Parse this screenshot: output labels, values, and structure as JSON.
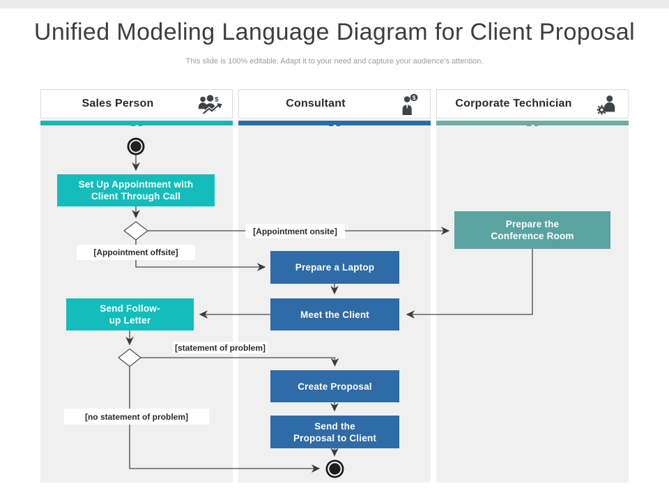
{
  "page": {
    "title": "Unified Modeling Language Diagram for Client Proposal",
    "subtitle": "This slide is 100% editable. Adapt it to your need and capture your audience’s attention."
  },
  "colors": {
    "teal": "#14bdbb",
    "blue": "#2f6ba6",
    "muted_teal": "#5ba3a1",
    "line": "#474747"
  },
  "lanes": [
    {
      "name": "Sales Person",
      "icon": "sales-people-dollar-icon",
      "bar_color": "#1eb4b2"
    },
    {
      "name": "Consultant",
      "icon": "consultant-dollar-icon",
      "bar_color": "#2e6ba3"
    },
    {
      "name": "Corporate Technician",
      "icon": "technician-gear-icon",
      "bar_color": "#72aaa8"
    }
  ],
  "nodes": {
    "setup_appointment": {
      "label": "Set Up Appointment with\nClient Through Call",
      "color": "#14bdbb"
    },
    "prepare_conference": {
      "label": "Prepare the\nConference Room",
      "color": "#5ba3a1"
    },
    "prepare_laptop": {
      "label": "Prepare a Laptop",
      "color": "#2f6ba6"
    },
    "meet_client": {
      "label": "Meet the Client",
      "color": "#2f6ba6"
    },
    "send_followup": {
      "label": "Send Follow-\nup Letter",
      "color": "#14bdbb"
    },
    "create_proposal": {
      "label": "Create Proposal",
      "color": "#2f6ba6"
    },
    "send_proposal": {
      "label": "Send the\nProposal to Client",
      "color": "#2f6ba6"
    }
  },
  "guards": {
    "appointment_onsite": "[Appointment onsite]",
    "appointment_offsite": "[Appointment offsite]",
    "statement_of_problem": "[statement of problem]",
    "no_statement_of_problem": "[no statement of problem]"
  }
}
